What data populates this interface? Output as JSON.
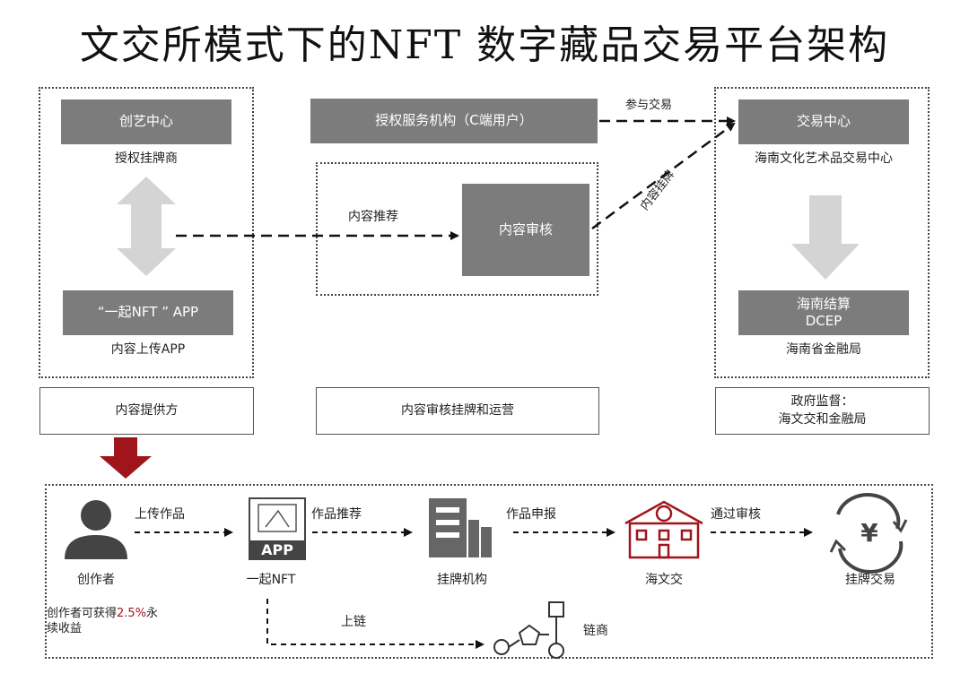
{
  "title": "文交所模式下的NFT 数字藏品交易平台架构",
  "left_panel": {
    "top_box": "创艺中心",
    "top_caption": "授权挂牌商",
    "bottom_box": "“一起NFT ” APP",
    "bottom_caption": "内容上传APP"
  },
  "middle_panel": {
    "service_box": "授权服务机构（C端用户）",
    "recommend_label": "内容推荐",
    "review_box": "内容审核"
  },
  "right_panel": {
    "trade_box": "交易中心",
    "trade_caption": "海南文化艺术品交易中心",
    "settle_box": "海南结算\nDCEP",
    "settle_caption": "海南省金融局"
  },
  "arrow_labels": {
    "participate": "参与交易",
    "listing": "内容挂牌"
  },
  "role_boxes": {
    "provider": "内容提供方",
    "operator": "内容审核挂牌和运营",
    "regulator": "政府监督：\n海文交和金融局"
  },
  "flow": {
    "steps": [
      {
        "label": "创作者",
        "icon": "person-icon"
      },
      {
        "label": "一起NFT",
        "icon": "app-icon"
      },
      {
        "label": "挂牌机构",
        "icon": "building-icon"
      },
      {
        "label": "海文交",
        "icon": "exchange-building-icon"
      },
      {
        "label": "挂牌交易",
        "icon": "yen-cycle-icon"
      }
    ],
    "arrows": [
      "上传作品",
      "作品推荐",
      "作品申报",
      "通过审核"
    ],
    "app_badge": "APP",
    "chain_arrow": "上链",
    "chain_label": "链商",
    "royalty_prefix": "创作者可获得",
    "royalty_value": "2.5%",
    "royalty_suffix": "永\n续收益"
  },
  "colors": {
    "box_gray": "#7c7c7c",
    "accent_red": "#a0151b",
    "arrow_light_gray": "#d4d4d4"
  }
}
